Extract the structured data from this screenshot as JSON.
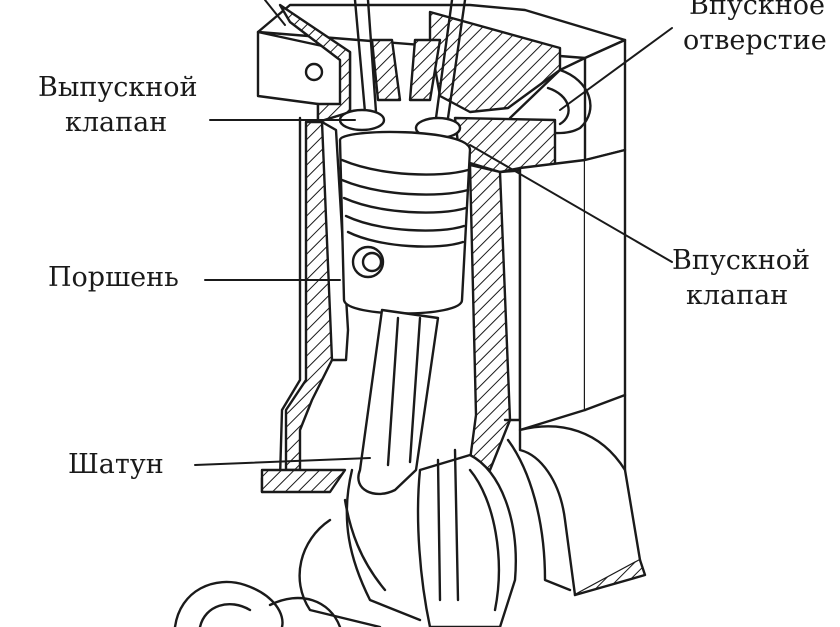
{
  "labels": {
    "exhaust_valve": [
      "Выпускной",
      "клапан"
    ],
    "intake_port": [
      "Впускное",
      "отверстие"
    ],
    "piston": "Поршень",
    "intake_valve": [
      "Впускной",
      "клапан"
    ],
    "connecting_rod": "Шатун"
  },
  "colors": {
    "ink": "#1a1a1a",
    "paper": "#ffffff"
  }
}
